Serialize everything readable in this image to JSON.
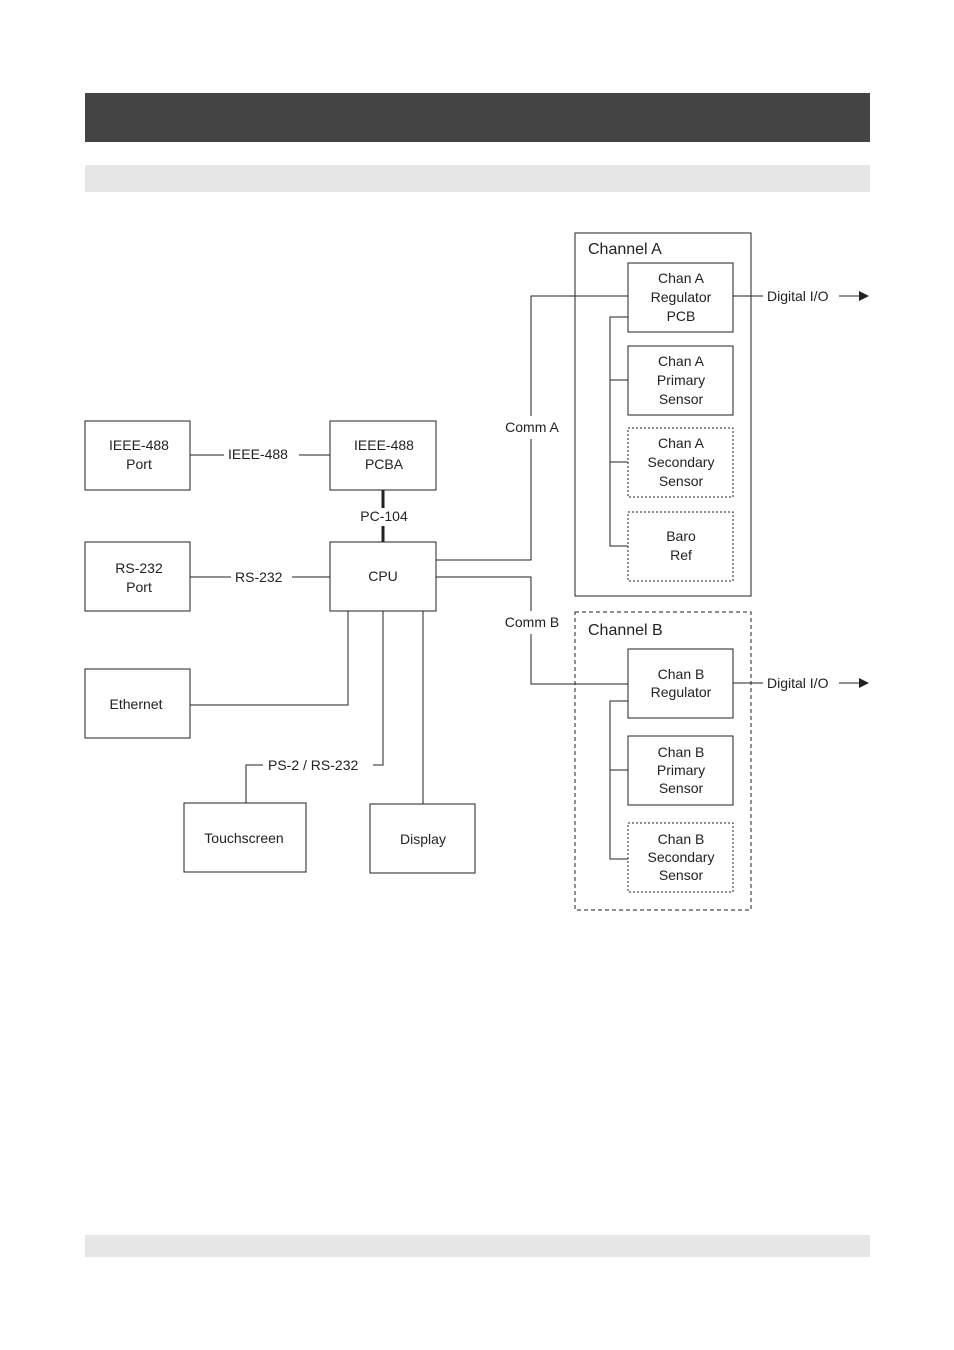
{
  "blocks": {
    "ieee_port": [
      "IEEE-488",
      "Port"
    ],
    "ieee_pcba": [
      "IEEE-488",
      "PCBA"
    ],
    "rs232_port": [
      "RS-232",
      "Port"
    ],
    "cpu": [
      "CPU"
    ],
    "ethernet": [
      "Ethernet"
    ],
    "touchscreen": [
      "Touchscreen"
    ],
    "display": [
      "Display"
    ],
    "chan_a_regulator": [
      "Chan A",
      "Regulator",
      "PCB"
    ],
    "chan_a_primary": [
      "Chan A",
      "Primary",
      "Sensor"
    ],
    "chan_a_secondary": [
      "Chan A",
      "Secondary",
      "Sensor"
    ],
    "baro_ref": [
      "Baro",
      "Ref"
    ],
    "chan_b_regulator": [
      "Chan B",
      "Regulator"
    ],
    "chan_b_primary": [
      "Chan B",
      "Primary",
      "Sensor"
    ],
    "chan_b_secondary": [
      "Chan B",
      "Secondary",
      "Sensor"
    ]
  },
  "groups": {
    "channel_a": "Channel A",
    "channel_b": "Channel B"
  },
  "links": {
    "ieee488": "IEEE-488",
    "pc104": "PC-104",
    "rs232": "RS-232",
    "ps2_rs232": "PS-2 / RS-232",
    "comm_a": "Comm A",
    "comm_b": "Comm B",
    "digital_io_a": "Digital I/O",
    "digital_io_b": "Digital I/O"
  },
  "colors": {
    "header": "#444444",
    "subheader": "#e6e6e6",
    "line": "#222222"
  }
}
